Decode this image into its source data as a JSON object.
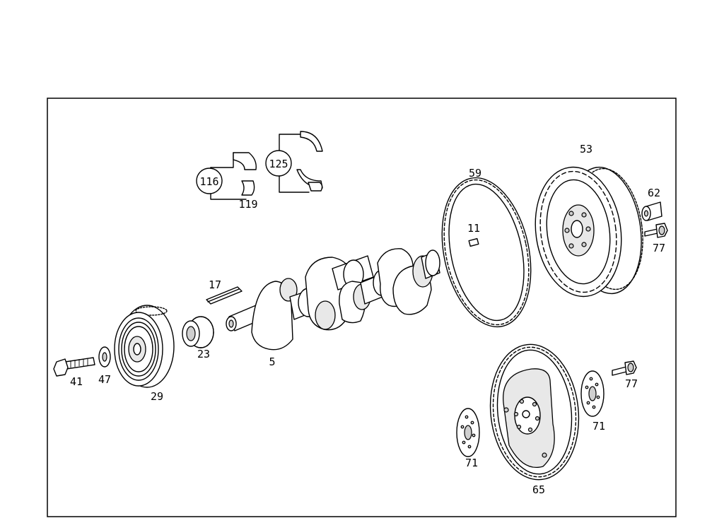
{
  "callouts": {
    "c116": "116",
    "c125": "125",
    "c119": "119",
    "c17": "17",
    "c59": "59",
    "c11": "11",
    "c53": "53",
    "c62": "62",
    "c77a": "77",
    "c23": "23",
    "c5": "5",
    "c41": "41",
    "c47": "47",
    "c29": "29",
    "c77b": "77",
    "c71a": "71",
    "c71b": "71",
    "c65": "65"
  }
}
